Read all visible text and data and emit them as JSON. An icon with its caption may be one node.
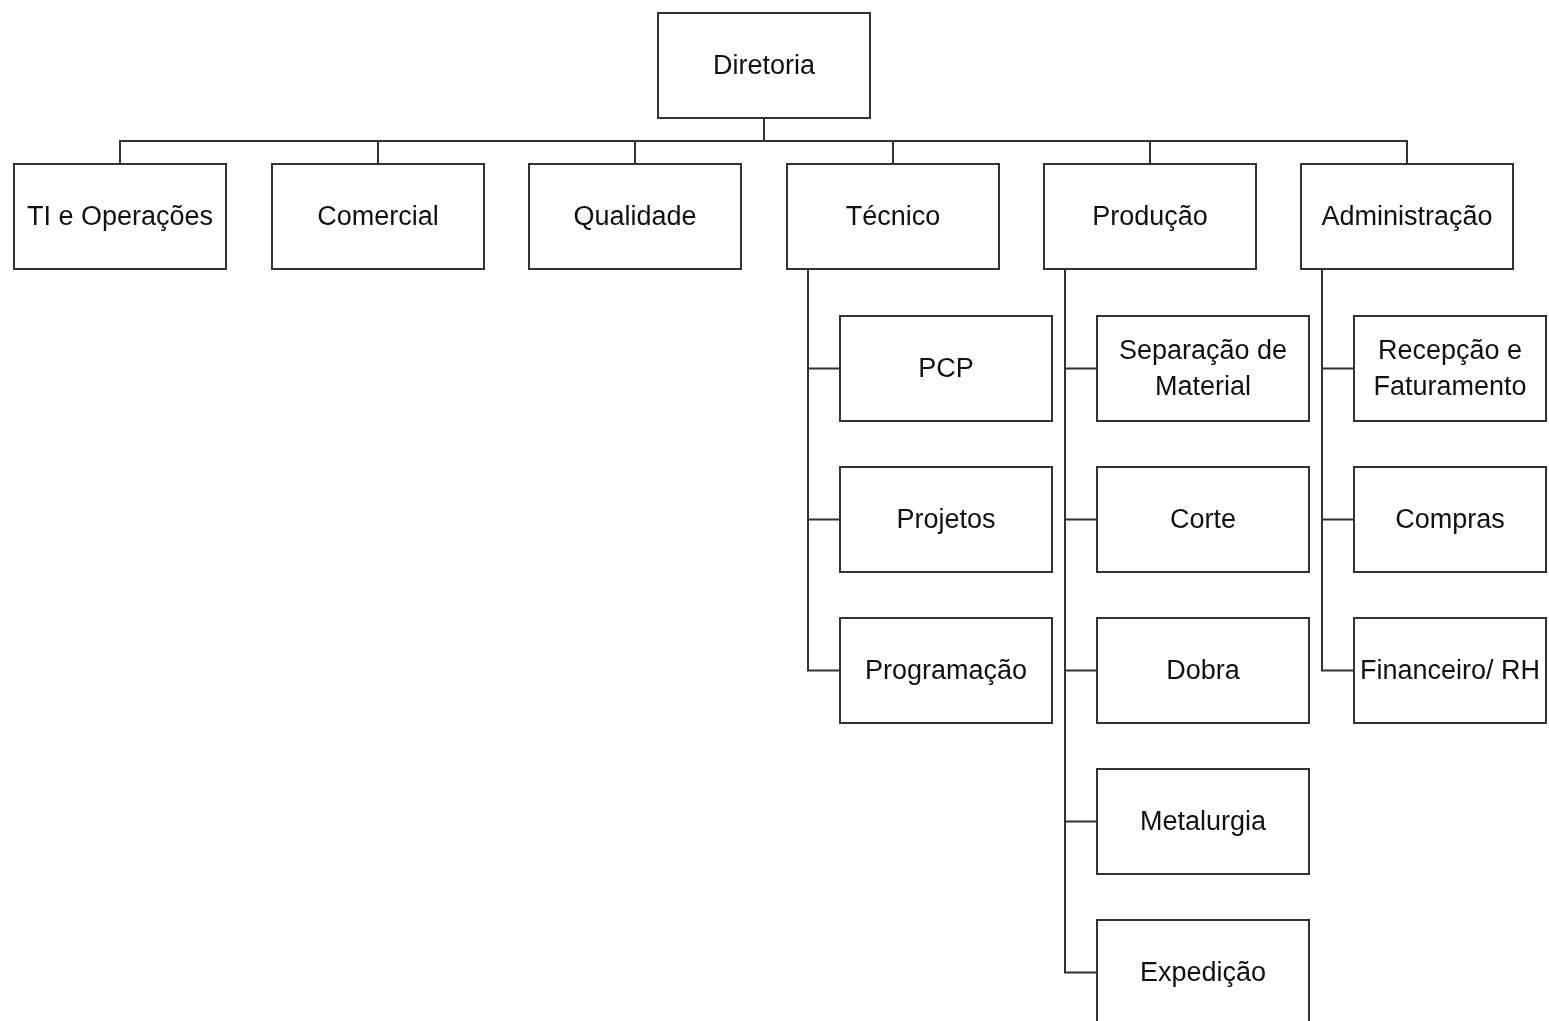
{
  "diagram": {
    "nodes": [
      {
        "text": [
          "Diretoria"
        ]
      },
      {
        "text": [
          "TI e Operações"
        ]
      },
      {
        "text": [
          "Comercial"
        ]
      },
      {
        "text": [
          "Qualidade"
        ]
      },
      {
        "text": [
          "Técnico"
        ]
      },
      {
        "text": [
          "Produção"
        ]
      },
      {
        "text": [
          "Administração"
        ]
      },
      {
        "text": [
          "PCP"
        ]
      },
      {
        "text": [
          "Projetos"
        ]
      },
      {
        "text": [
          "Programação"
        ]
      },
      {
        "text": [
          "Separação de Material"
        ]
      },
      {
        "text": [
          "Corte"
        ]
      },
      {
        "text": [
          "Dobra"
        ]
      },
      {
        "text": [
          "Metalurgia"
        ]
      },
      {
        "text": [
          "Expedição"
        ]
      },
      {
        "text": [
          "Recepção e Faturamento"
        ]
      },
      {
        "text": [
          "Compras"
        ]
      },
      {
        "text": [
          "Financeiro/ RH"
        ]
      }
    ],
    "edges": [
      {
        "from": 0,
        "to": 1,
        "arrow": "none"
      },
      {
        "from": 0,
        "to": 2,
        "arrow": "none"
      },
      {
        "from": 0,
        "to": 3,
        "arrow": "none"
      },
      {
        "from": 0,
        "to": 4,
        "arrow": "none"
      },
      {
        "from": 0,
        "to": 5,
        "arrow": "none"
      },
      {
        "from": 0,
        "to": 6,
        "arrow": "none"
      },
      {
        "from": 4,
        "to": 7,
        "arrow": "none"
      },
      {
        "from": 4,
        "to": 8,
        "arrow": "none"
      },
      {
        "from": 4,
        "to": 9,
        "arrow": "none"
      },
      {
        "from": 5,
        "to": 10,
        "arrow": "none"
      },
      {
        "from": 5,
        "to": 11,
        "arrow": "none"
      },
      {
        "from": 5,
        "to": 12,
        "arrow": "none"
      },
      {
        "from": 5,
        "to": 13,
        "arrow": "none"
      },
      {
        "from": 5,
        "to": 14,
        "arrow": "none"
      },
      {
        "from": 6,
        "to": 15,
        "arrow": "none"
      },
      {
        "from": 6,
        "to": 16,
        "arrow": "none"
      },
      {
        "from": 6,
        "to": 17,
        "arrow": "none"
      }
    ]
  }
}
